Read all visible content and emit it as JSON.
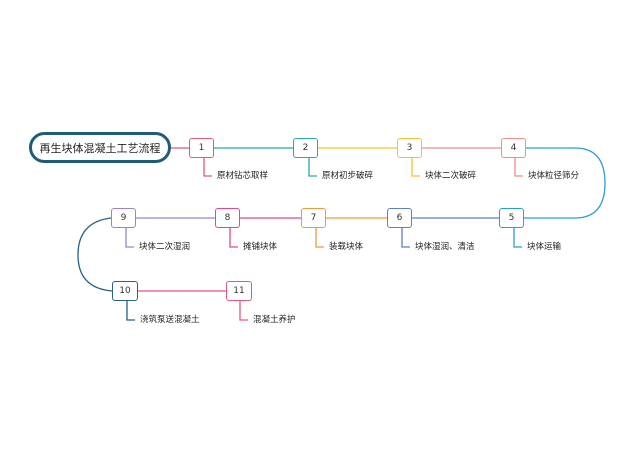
{
  "title": "再生块体混凝土工艺流程",
  "steps": [
    {
      "num": "1",
      "label": "原材钻芯取样",
      "color": "#e8577a"
    },
    {
      "num": "2",
      "label": "原材初步破碎",
      "color": "#2aa7a8"
    },
    {
      "num": "3",
      "label": "块体二次破碎",
      "color": "#f5c22b"
    },
    {
      "num": "4",
      "label": "块体粒径筛分",
      "color": "#ec8c8c"
    },
    {
      "num": "5",
      "label": "块体运输",
      "color": "#2b9fd1"
    },
    {
      "num": "6",
      "label": "块体湿润、清洁",
      "color": "#5b7fd0"
    },
    {
      "num": "7",
      "label": "装载块体",
      "color": "#ee9a3e"
    },
    {
      "num": "8",
      "label": "摊铺块体",
      "color": "#e3468a"
    },
    {
      "num": "9",
      "label": "块体二次湿润",
      "color": "#9b82d6"
    },
    {
      "num": "10",
      "label": "浇筑泵送混凝土",
      "color": "#2b5f86"
    },
    {
      "num": "11",
      "label": "混凝土养护",
      "color": "#e8577a"
    }
  ]
}
